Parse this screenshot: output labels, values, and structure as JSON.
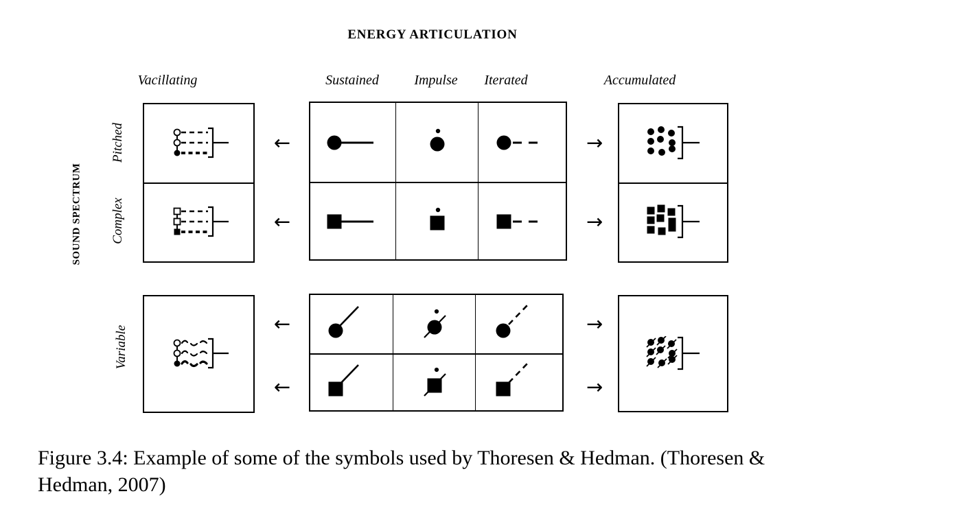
{
  "colors": {
    "ink": "#000000",
    "background": "#ffffff"
  },
  "title": "ENERGY ARTICULATION",
  "left_axis_label": "SOUND SPECTRUM",
  "column_headers": [
    "Vacillating",
    "Sustained",
    "Impulse",
    "Iterated",
    "Accumulated"
  ],
  "row_labels": {
    "top": [
      "Pitched",
      "Complex"
    ],
    "bottom": [
      "Variable"
    ]
  },
  "arrows": {
    "left": "←",
    "right": "→"
  },
  "figure": {
    "top": {
      "vacillating_box": [
        "vacillating-pitched",
        "vacillating-complex"
      ],
      "energy_grid": [
        [
          "sustained-circle",
          "impulse-circle",
          "iterated-circle"
        ],
        [
          "sustained-square",
          "impulse-square",
          "iterated-square"
        ]
      ],
      "accumulated_box": [
        "accumulated-pitched-dots",
        "accumulated-complex-squares"
      ]
    },
    "bottom": {
      "vacillating_box": [
        "vacillating-variable"
      ],
      "energy_grid": [
        [
          "sustained-circle-diagonal",
          "impulse-circle-slash",
          "iterated-circle-diagonal-dashed"
        ],
        [
          "sustained-square-diagonal",
          "impulse-square-slash",
          "iterated-square-diagonal-dashed"
        ]
      ],
      "accumulated_box": [
        "accumulated-variable"
      ]
    }
  },
  "caption": {
    "text": "Figure 3.4: Example of some of the symbols used by Thoresen & Hedman. (Thoresen & Hedman, 2007)",
    "lines": [
      "Figure 3.4: Example of some of the symbols used by Thoresen & Hedman. (Thoresen &",
      "Hedman, 2007)"
    ]
  }
}
